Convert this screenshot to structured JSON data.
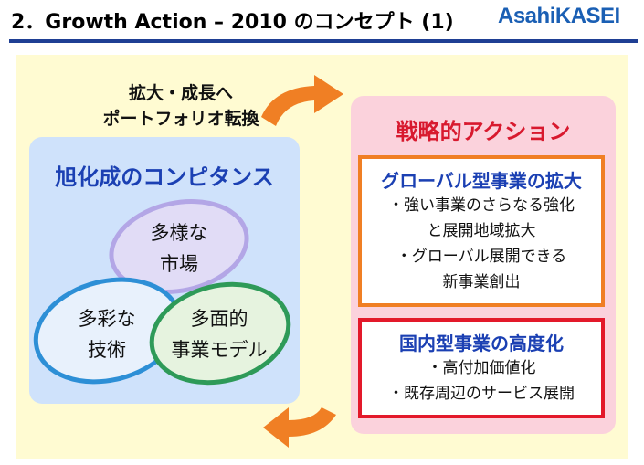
{
  "header": {
    "title": "2．Growth Action – 2010 のコンセプト (1)",
    "logo": {
      "part1": "Asahi",
      "part2": "KASEI"
    }
  },
  "left_caption": [
    "拡大・成長へ",
    "ポートフォリオ転換"
  ],
  "competence": {
    "title": "旭化成のコンピタンス",
    "markets": [
      "多様な",
      "市場"
    ],
    "technology": [
      "多彩な",
      "技術"
    ],
    "business_model": [
      "多面的",
      "事業モデル"
    ]
  },
  "strategy": {
    "title": "戦略的アクション",
    "global": {
      "heading": "グローバル型事業の拡大",
      "lines": [
        "・強い事業のさらなる強化",
        "と展開地域拡大",
        "・グローバル展開できる",
        "新事業創出"
      ]
    },
    "domestic": {
      "heading": "国内型事業の高度化",
      "lines": [
        "・高付加価値化",
        "・既存周辺のサービス展開"
      ]
    }
  },
  "colors": {
    "title_rule": "#1f3f94",
    "background_panel": "#fffbd2",
    "competence_box": "#cfe2fb",
    "strategy_box": "#fbd2dc",
    "arrow": "#f07f24",
    "global_border": "#f07f24",
    "domestic_border": "#e3192a"
  }
}
